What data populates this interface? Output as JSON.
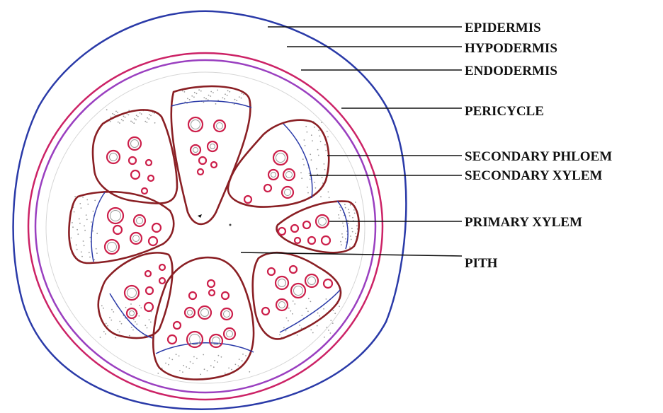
{
  "labels": [
    {
      "id": "epidermis",
      "text": "EPIDERMIS"
    },
    {
      "id": "hypodermis",
      "text": "HYPODERMIS"
    },
    {
      "id": "endodermis",
      "text": "ENDODERMIS"
    },
    {
      "id": "pericycle",
      "text": "PERICYCLE"
    },
    {
      "id": "secondary-phloem",
      "text": "SECONDARY PHLOEM"
    },
    {
      "id": "secondary-xylem",
      "text": "SECONDARY XYLEM"
    },
    {
      "id": "primary-xylem",
      "text": "PRIMARY XYLEM"
    },
    {
      "id": "pith",
      "text": "PITH"
    }
  ],
  "colors": {
    "epidermis": "#2a3aa8",
    "endodermis": "#cc2266",
    "pericycle": "#9a3fc0",
    "bundle_outline": "#8a1f24",
    "vessel": "#cc1f4a",
    "cambium_line": "#2a3aa8",
    "phloem_stipple": "#9a9a9a",
    "leader_line": "#111111"
  }
}
